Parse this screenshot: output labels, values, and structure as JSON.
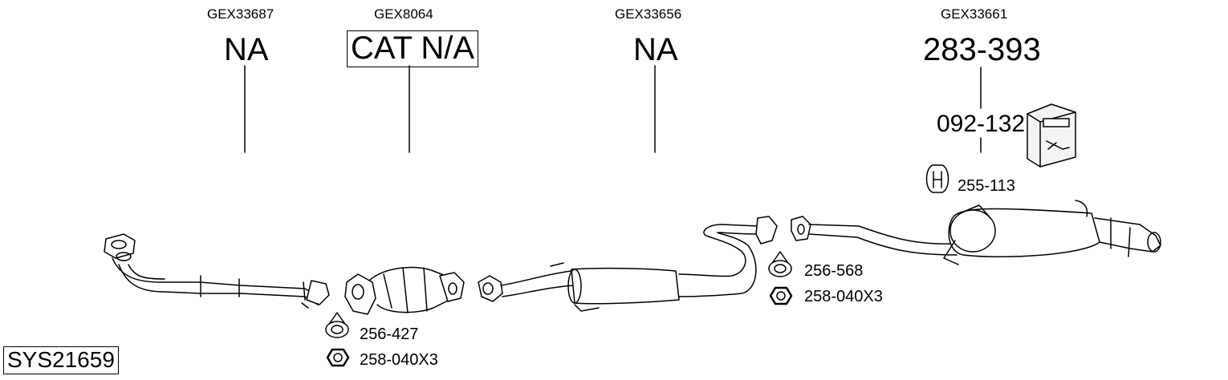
{
  "diagram": {
    "system_code": "SYS21659",
    "columns": [
      {
        "ref": "GEX33687",
        "value": "NA"
      },
      {
        "ref": "GEX8064",
        "value": "CAT N/A"
      },
      {
        "ref": "GEX33656",
        "value": "NA"
      },
      {
        "ref": "GEX33661",
        "value": "283-393"
      }
    ],
    "box_part": "092-132",
    "hanger_part": "255-113",
    "gasket_front": "256-427",
    "nut_front": "258-040X3",
    "gasket_rear": "256-568",
    "nut_rear": "258-040X3"
  }
}
